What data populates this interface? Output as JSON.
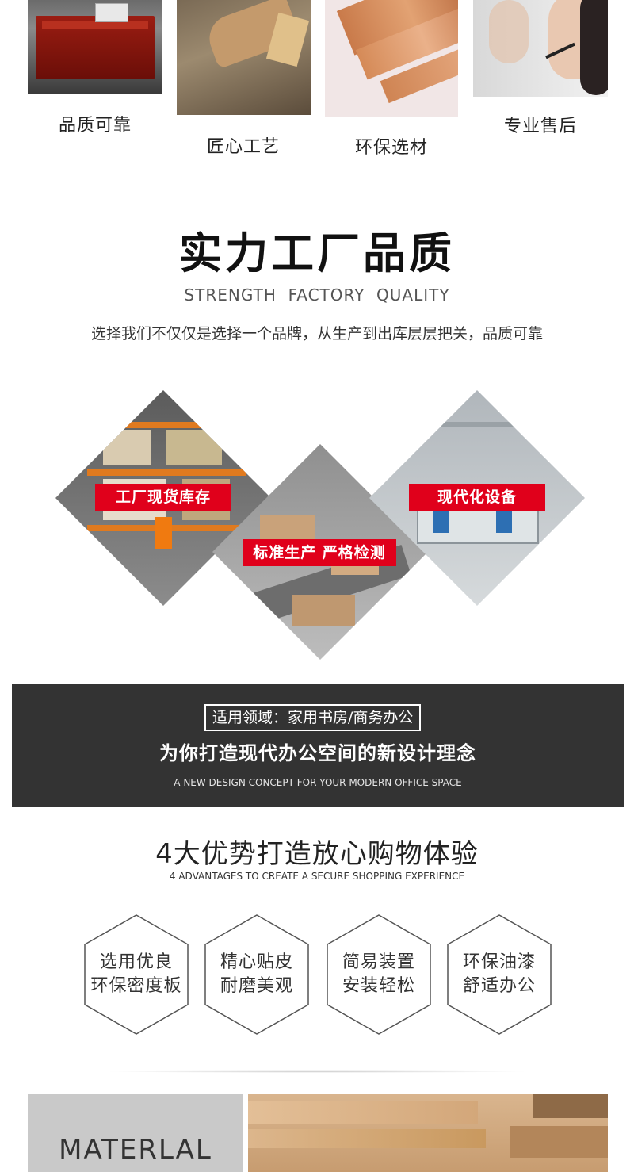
{
  "features": [
    {
      "label": "品质可靠",
      "icon": "office-desk-photo"
    },
    {
      "label": "匠心工艺",
      "icon": "woodworking-photo"
    },
    {
      "label": "环保选材",
      "icon": "wood-boards-photo"
    },
    {
      "label": "专业售后",
      "icon": "customer-service-photo"
    }
  ],
  "factory": {
    "title": "实力工厂品质",
    "subtitle_en": "STRENGTH  FACTORY  QUALITY",
    "description": "选择我们不仅仅是选择一个品牌，从生产到出库层层把关，品质可靠",
    "tiles": [
      {
        "label": "工厂现货库存",
        "icon": "warehouse-photo"
      },
      {
        "label": "标准生产 严格检测",
        "icon": "production-line-photo"
      },
      {
        "label": "现代化设备",
        "icon": "modern-factory-photo"
      }
    ]
  },
  "band": {
    "scope": "适用领域：家用书房/商务办公",
    "headline": "为你打造现代办公空间的新设计理念",
    "headline_en": "A NEW DESIGN CONCEPT FOR YOUR MODERN OFFICE SPACE"
  },
  "advantages": {
    "title": "4大优势打造放心购物体验",
    "subtitle_en": "4 ADVANTAGES TO CREATE A SECURE SHOPPING EXPERIENCE",
    "items": [
      {
        "line1": "选用优良",
        "line2": "环保密度板"
      },
      {
        "line1": "精心贴皮",
        "line2": "耐磨美观"
      },
      {
        "line1": "简易装置",
        "line2": "安装轻松"
      },
      {
        "line1": "环保油漆",
        "line2": "舒适办公"
      }
    ]
  },
  "material": {
    "label": "MATERLAL",
    "icon": "mdf-board-photo"
  },
  "colors": {
    "accent_red": "#e0001b",
    "band_bg": "#333333",
    "hex_stroke": "#555555"
  }
}
